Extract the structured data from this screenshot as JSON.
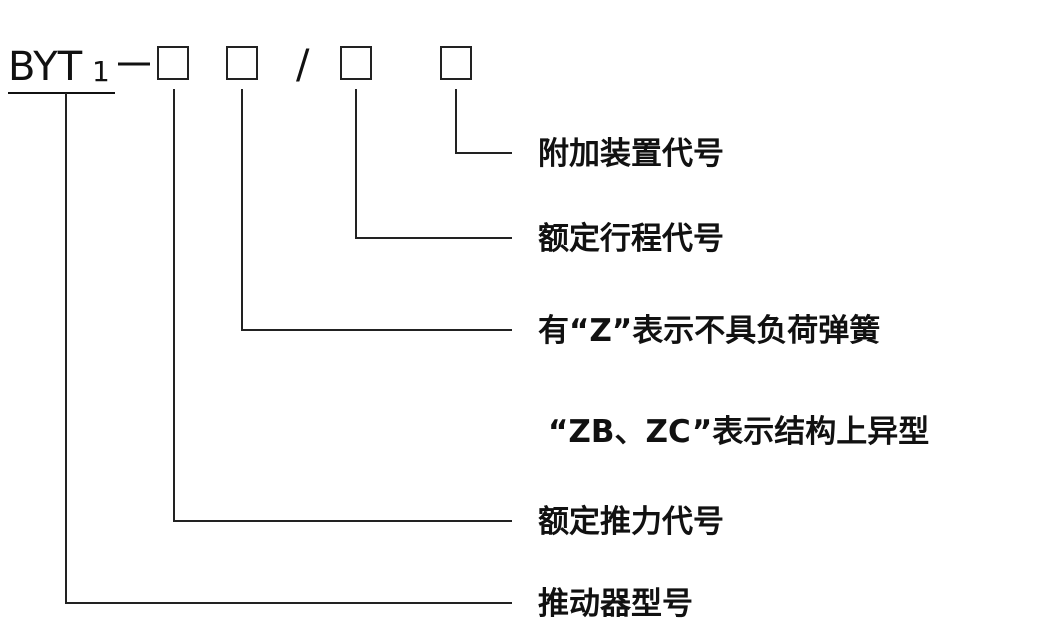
{
  "model_code": {
    "prefix_main": "BYT",
    "prefix_sub": "1",
    "dash": "—",
    "slash": "/"
  },
  "labels": {
    "accessory": "附加装置代号",
    "rated_stroke": "额定行程代号",
    "z_note": "有“Z”表示不具负荷弹簧",
    "zb_zc_note": "“ZB、ZC”表示结构上异型",
    "rated_thrust": "额定推力代号",
    "pusher_model": "推动器型号"
  }
}
